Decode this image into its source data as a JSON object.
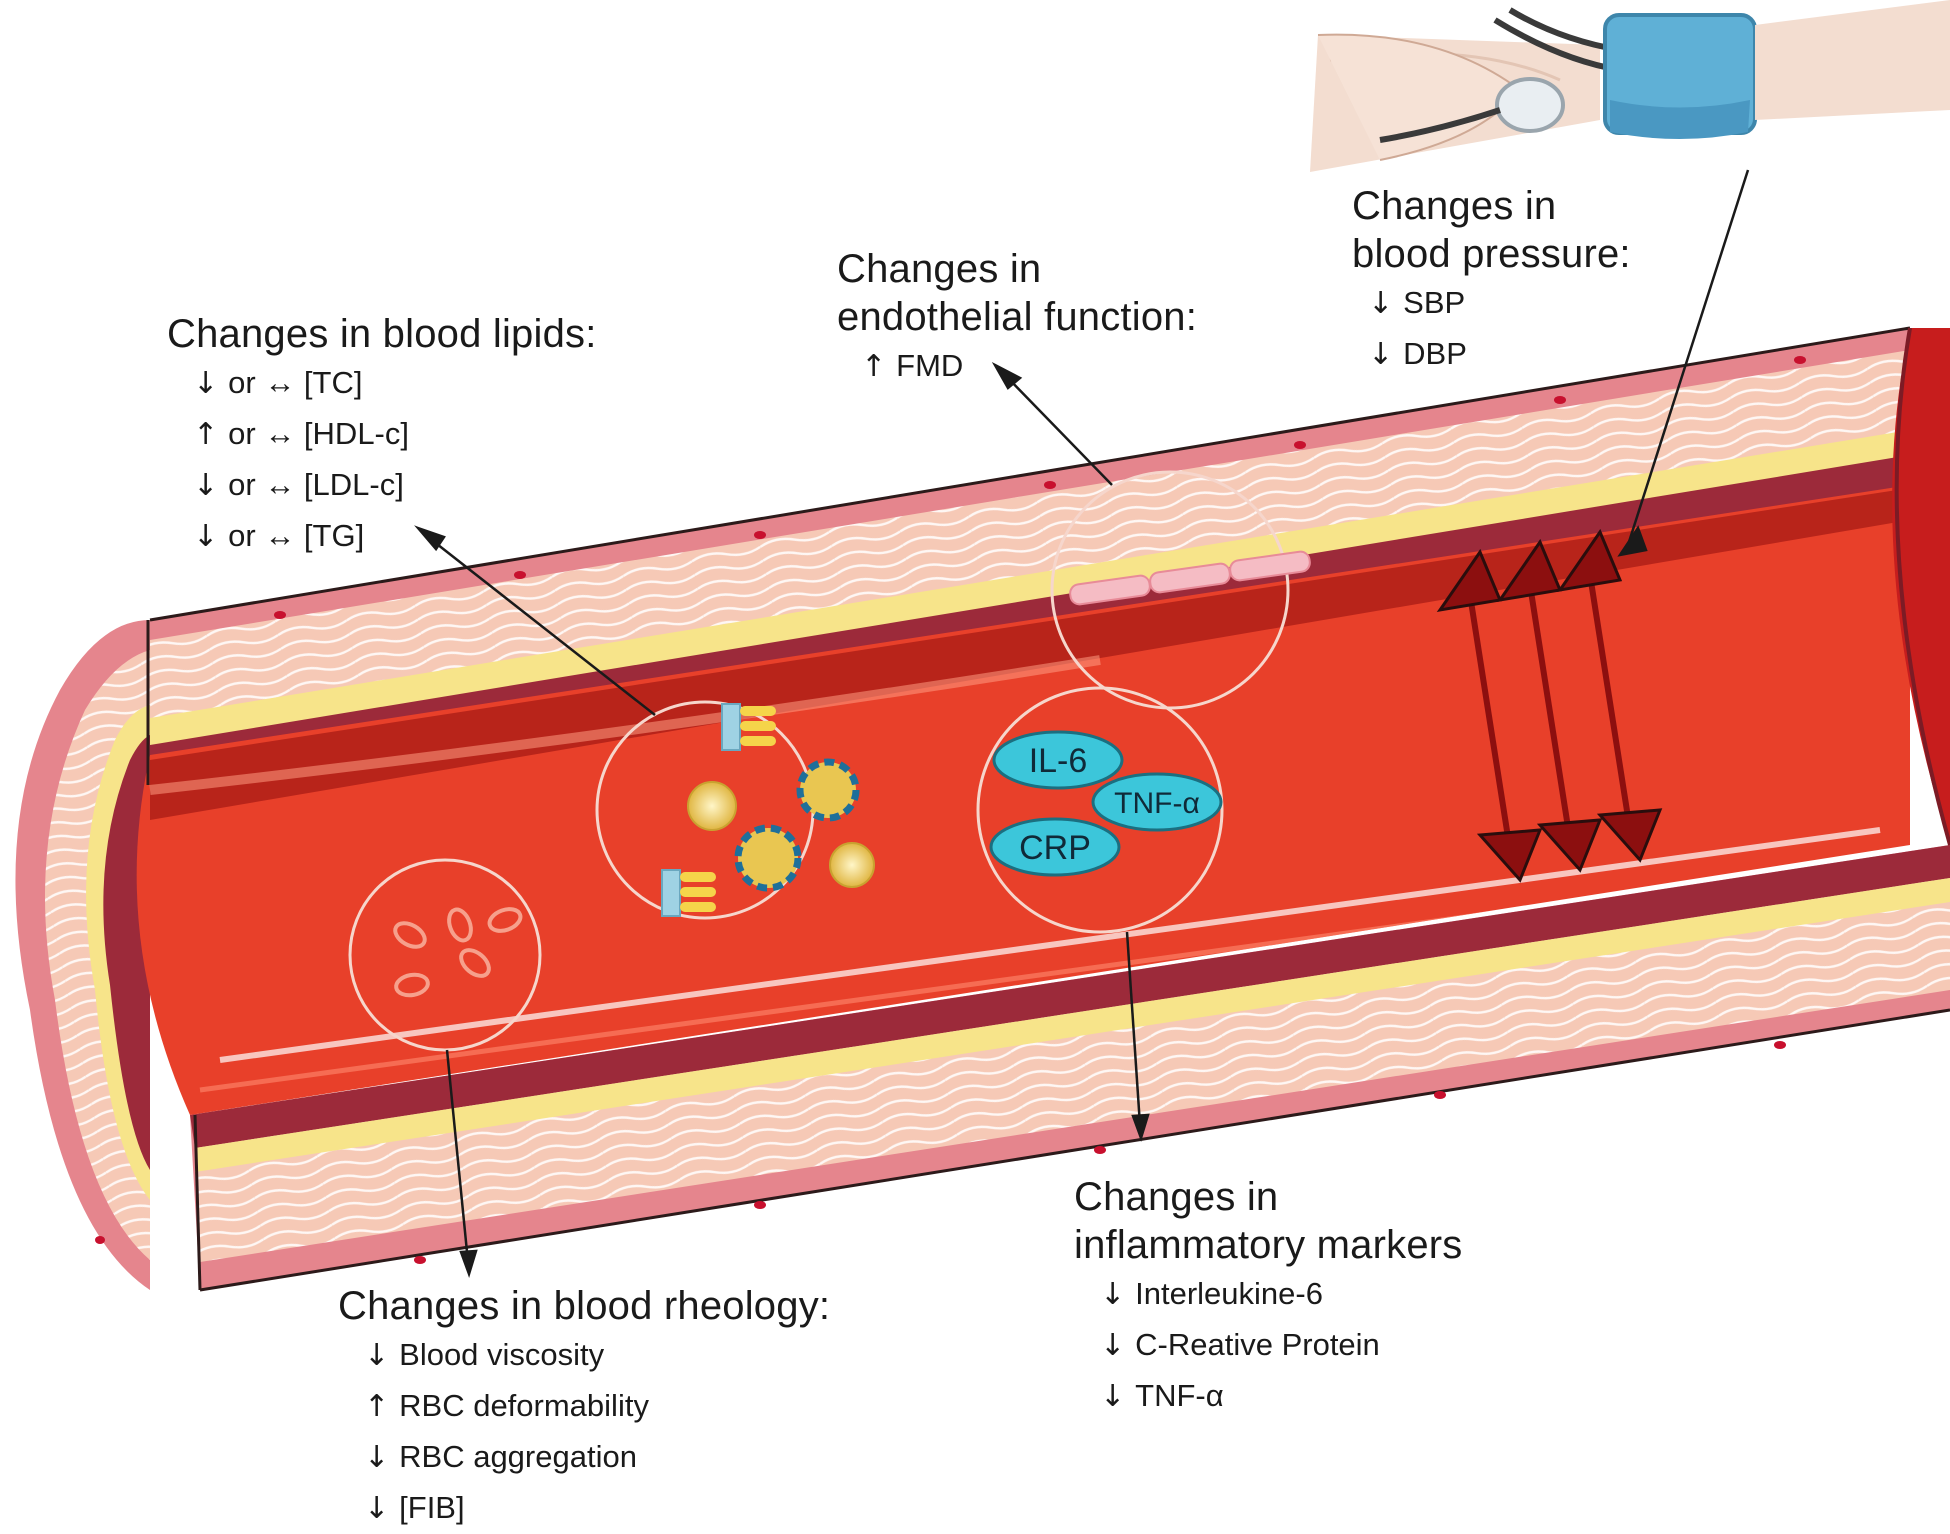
{
  "diagram": {
    "blood_pressure": {
      "title_line1": "Changes in",
      "title_line2": "blood pressure:",
      "items": [
        {
          "marker": "↓",
          "text": "SBP"
        },
        {
          "marker": "↓",
          "text": "DBP"
        }
      ]
    },
    "endothelial": {
      "title_line1": "Changes in",
      "title_line2": "endothelial function:",
      "items": [
        {
          "marker": "↑",
          "text": "FMD"
        }
      ]
    },
    "lipids": {
      "title": "Changes in blood lipids:",
      "items": [
        {
          "marker": "↓",
          "text": "or ↔ [TC]"
        },
        {
          "marker": "↑",
          "text": "or ↔ [HDL-c]"
        },
        {
          "marker": "↓",
          "text": "or ↔ [LDL-c]"
        },
        {
          "marker": "↓",
          "text": "or ↔ [TG]"
        }
      ]
    },
    "inflammatory": {
      "title_line1": "Changes in",
      "title_line2": "inflammatory markers",
      "items": [
        {
          "marker": "↓",
          "text": "Interleukine-6"
        },
        {
          "marker": "↓",
          "text": "C-Reative Protein"
        },
        {
          "marker": "↓",
          "text": "TNF-α"
        }
      ],
      "chips": [
        "IL-6",
        "TNF-α",
        "CRP"
      ]
    },
    "rheology": {
      "title": "Changes in blood rheology:",
      "items": [
        {
          "marker": "↓",
          "text": "Blood viscosity"
        },
        {
          "marker": "↑",
          "text": "RBC deformability"
        },
        {
          "marker": "↓",
          "text": "RBC aggregation"
        },
        {
          "marker": "↓",
          "text": "[FIB]"
        }
      ]
    },
    "colors": {
      "lumen": "#e8402a",
      "lumen_dark": "#b8241a",
      "vessel_wall": "#f5c2b0",
      "yellow_layer": "#f7e48a",
      "adventitia": "#e5858d",
      "chip": "#3cc6da",
      "arrow_dark_red": "#8c0f0f",
      "cuff": "#5fb0d6"
    }
  }
}
